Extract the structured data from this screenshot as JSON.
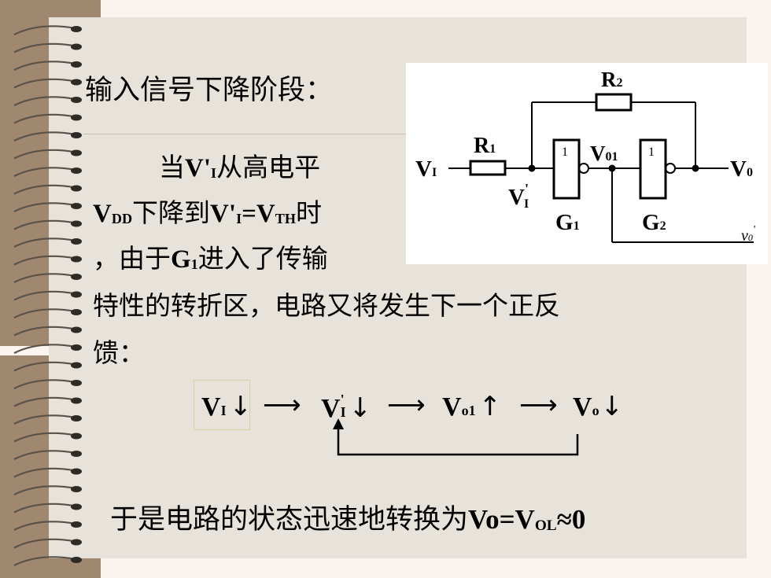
{
  "heading": "输入信号下降阶段：",
  "body": {
    "p1_text_a": "当",
    "p1_text_b": "从高电平",
    "p2_vdd": "V",
    "p2_vdd_sub": "DD",
    "p2_text_a": "下降到",
    "p2_eq": "=V",
    "p2_vth_sub": "TH",
    "p2_text_b": "时",
    "p3_text_a": "，由于",
    "p3_g1": "G",
    "p3_g1_sub": "1",
    "p3_text_b": "进入了传输",
    "p4_text": "特性的转折区，电路又将发生下一个正反",
    "p5_text": "馈："
  },
  "symbols": {
    "v": "V",
    "vi_sub": "I",
    "prime": "'"
  },
  "circuit": {
    "r1_label": "R",
    "r1_sub": "1",
    "r2_label": "R",
    "r2_sub": "2",
    "vi_label": "V",
    "vi_sub": "I",
    "vi_prime_label": "V",
    "vi_prime_sub": "I",
    "vi_prime_mark": "'",
    "vo1_label": "V",
    "vo1_sub": "01",
    "vo_label": "V",
    "vo_sub": "0",
    "g1_label": "G",
    "g1_sub": "1",
    "g2_label": "G",
    "g2_sub": "2",
    "gate_mark": "1",
    "vo_prime_label": "v",
    "vo_prime_sub": "0",
    "vo_prime_mark": "'"
  },
  "chain": {
    "n1": "V",
    "n1_sub": "I",
    "n2": "V",
    "n2_sub": "I",
    "n2_mark": "'",
    "n3": "V",
    "n3_sub": "o1",
    "n4": "V",
    "n4_sub": "o",
    "arrow_down": "↓",
    "arrow_up": "↑",
    "arrow_right": "⟶"
  },
  "conclusion": {
    "text_a": "于是电路的状态迅速地转换为",
    "vo": "Vo",
    "eq": "=V",
    "vol_sub": "OL",
    "approx": "≈0"
  },
  "colors": {
    "page": "#e7e3da",
    "binding": "#a08870",
    "background": "#fbf3ef"
  }
}
